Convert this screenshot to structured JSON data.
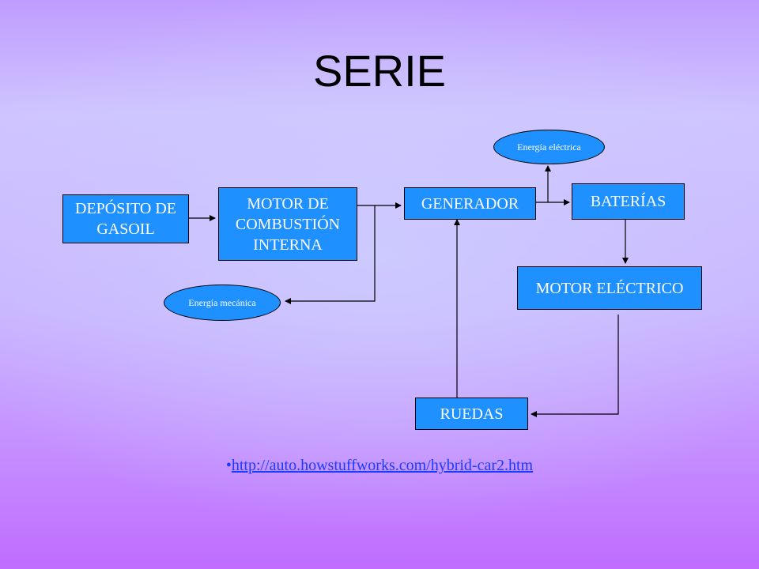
{
  "slide": {
    "title": "SERIE"
  },
  "diagram": {
    "boxes": {
      "deposito": "DEPÓSITO DE GASOIL",
      "motor_combustion": "MOTOR DE COMBUSTIÓN INTERNA",
      "generador": "GENERADOR",
      "baterias": "BATERÍAS",
      "motor_electrico": "MOTOR ELÉCTRICO",
      "ruedas": "RUEDAS"
    },
    "ellipses": {
      "energia_electrica": "Energía eléctrica",
      "energia_mecanica": "Energía mecánica"
    }
  },
  "footer": {
    "bullet": "•",
    "link": "http://auto.howstuffworks.com/hybrid-car2.htm"
  },
  "colors": {
    "box_fill": "#1e90ff",
    "link": "#1a3cff"
  }
}
